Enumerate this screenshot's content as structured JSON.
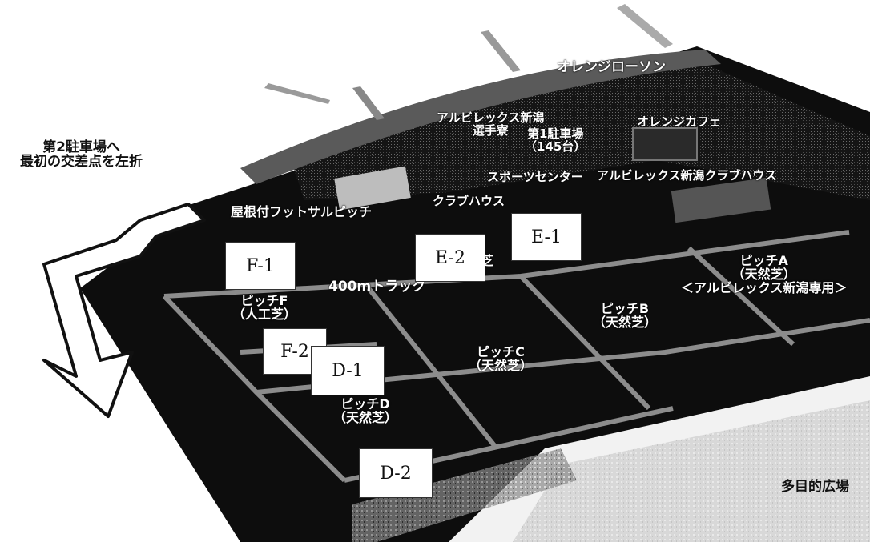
{
  "directions": {
    "line1": "第2駐車場へ",
    "line2": "最初の交差点を左折"
  },
  "facilities": {
    "orange_lawson": "オレンジローソン",
    "albirex_dorm_line1": "アルビレックス新潟",
    "albirex_dorm_line2": "選手寮",
    "parking1_line1": "第1駐車場",
    "parking1_line2": "（145台）",
    "orange_cafe": "オレンジカフェ",
    "albirex_clubhouse": "アルビレックス新潟クラブハウス",
    "sports_center": "スポーツセンター",
    "clubhouse": "クラブハウス",
    "futsal_pitch": "屋根付フットサルピッチ",
    "track": "400mトラック",
    "plaza": "多目的広場"
  },
  "pitches": {
    "a_name": "ピッチA",
    "a_grass": "（天然芝）",
    "a_note": "＜アルビレックス新潟専用＞",
    "b_name": "ピッチB",
    "b_grass": "（天然芝）",
    "c_name": "ピッチC",
    "c_grass": "（天然芝）",
    "d_name": "ピッチD",
    "d_grass": "（天然芝）",
    "e_grass": "芝",
    "f_name": "ピッチF",
    "f_grass": "（人工芝）"
  },
  "markers": {
    "e1": "E-1",
    "e2": "E-2",
    "f1": "F-1",
    "f2": "F-2",
    "d1": "D-1",
    "d2": "D-2"
  },
  "colors": {
    "ground": "#0d0d0d",
    "pitch_line": "#9a9a9a",
    "label_bg": "#ffffff",
    "arrow_fill": "#ffffff"
  }
}
